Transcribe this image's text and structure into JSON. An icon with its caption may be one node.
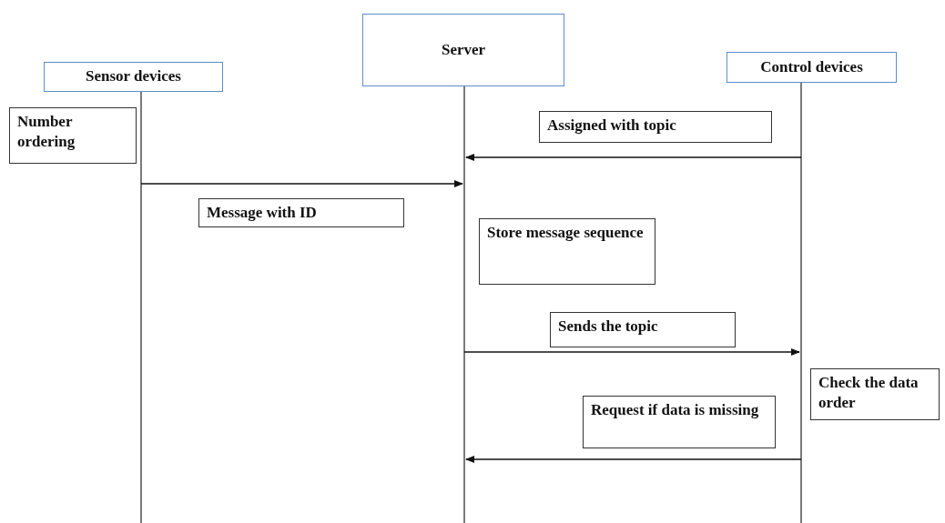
{
  "diagram": {
    "nodes": [
      {
        "text": [
          "Sensor devices"
        ]
      },
      {
        "text": [
          "Server"
        ]
      },
      {
        "text": [
          "Control devices"
        ]
      },
      {
        "text": [
          "Number ordering"
        ]
      },
      {
        "text": [
          "Store message sequence"
        ]
      },
      {
        "text": [
          "Check the data order"
        ]
      }
    ],
    "edges": [
      {
        "from": 2,
        "to": 1,
        "arrow": "to",
        "label": "Assigned with topic"
      },
      {
        "from": 0,
        "to": 1,
        "arrow": "to",
        "label": "Message with ID"
      },
      {
        "from": 1,
        "to": 2,
        "arrow": "to",
        "label": "Sends the topic"
      },
      {
        "from": 2,
        "to": 1,
        "arrow": "to",
        "label": "Request if data is missing"
      }
    ]
  }
}
